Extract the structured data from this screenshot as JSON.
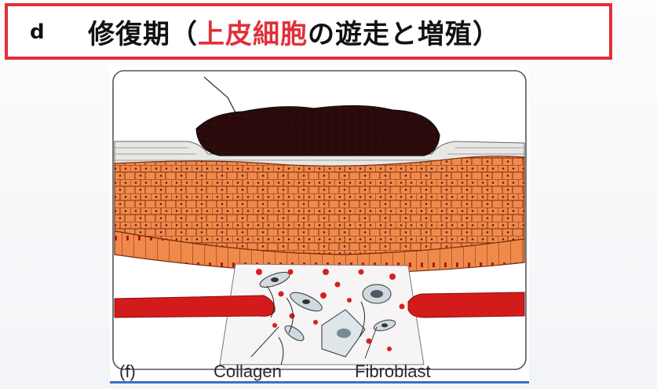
{
  "title": {
    "letter": "d",
    "main": "修復期",
    "paren_open": "（",
    "highlight": "上皮細胞",
    "rest": "の遊走と増殖",
    "paren_close": "）",
    "highlight_color": "#e0303a",
    "border_color": "#e0303a"
  },
  "figure": {
    "panel_label": "(f)",
    "label_collagen": "Collagen",
    "label_fibroblast": "Fibroblast",
    "colors": {
      "epidermis": "#f08a4b",
      "scab": "#2a0a0a",
      "blood_vessel": "#d41b1b",
      "red_cells": "#d62020",
      "dermis": "#ffffff"
    }
  }
}
